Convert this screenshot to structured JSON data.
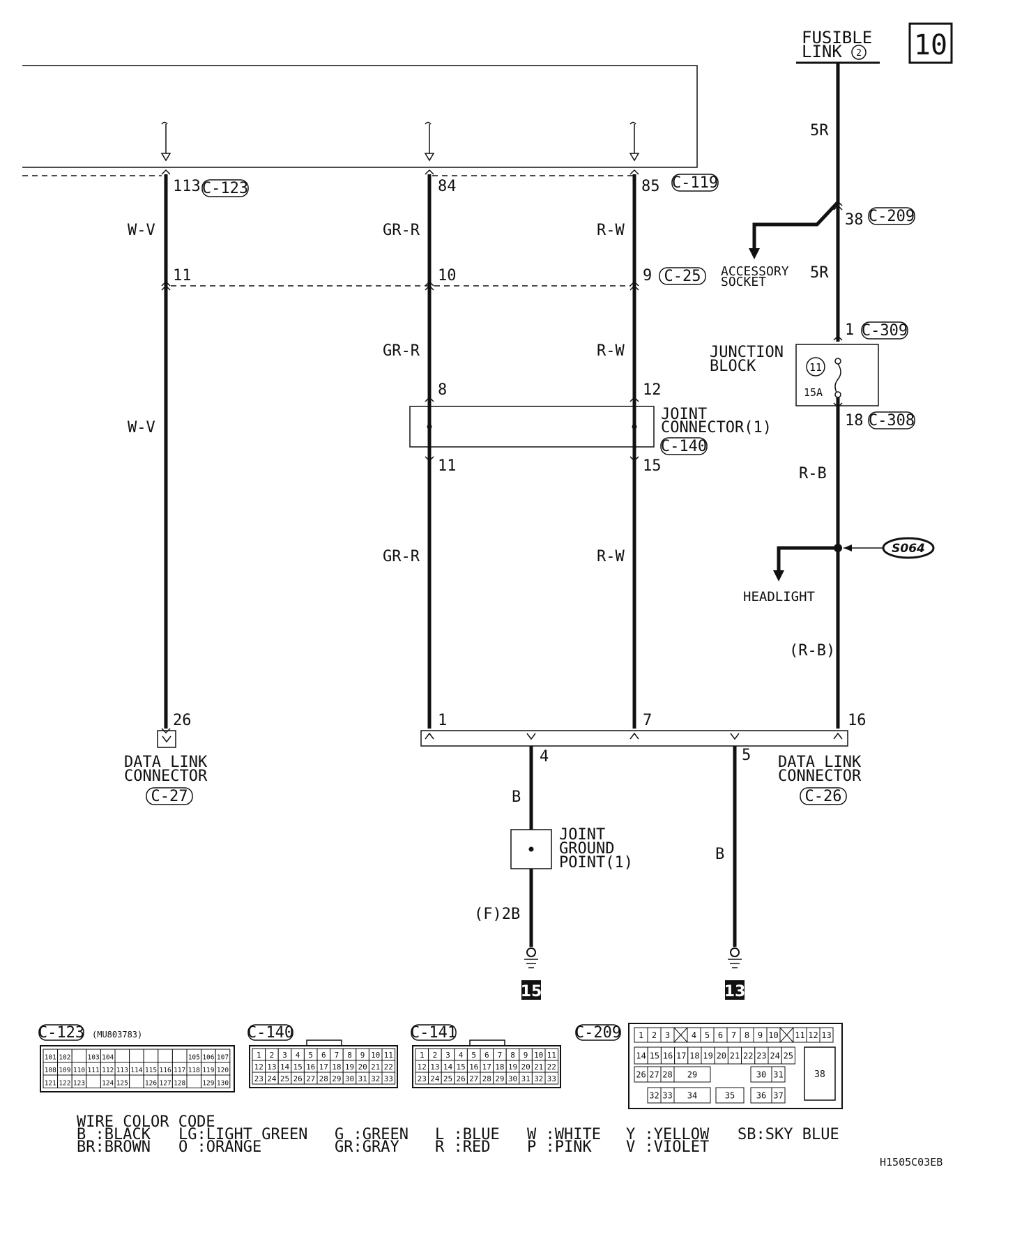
{
  "page_number": "10",
  "diagram_code": "H1505C03EB",
  "fusible_link": {
    "line1": "FUSIBLE",
    "line2": "LINK",
    "number": "2"
  },
  "wire_colors": {
    "wv": "W-V",
    "grr": "GR-R",
    "rw": "R-W",
    "r5": "5R",
    "rb": "R-B",
    "rb_paren": "(R-B)",
    "b": "B",
    "f2b": "(F)2B"
  },
  "connectors": {
    "c123": "C-123",
    "c119": "C-119",
    "c25": "C-25",
    "c140": "C-140",
    "c209": "C-209",
    "c309": "C-309",
    "c308": "C-308",
    "c27": "C-27",
    "c26": "C-26",
    "c141": "C-141"
  },
  "pins": {
    "p113": "113",
    "p84": "84",
    "p85": "85",
    "p11": "11",
    "p10": "10",
    "p9": "9",
    "p8": "8",
    "p12": "12",
    "p11b": "11",
    "p15": "15",
    "p38": "38",
    "p1": "1",
    "p18": "18",
    "p26": "26",
    "p1b": "1",
    "p7": "7",
    "p16": "16",
    "p4": "4",
    "p5": "5"
  },
  "labels": {
    "accessory_1": "ACCESSORY",
    "accessory_2": "SOCKET",
    "junction_1": "JUNCTION",
    "junction_2": "BLOCK",
    "fuse_number": "11",
    "fuse_rating": "15A",
    "joint_conn_1": "JOINT",
    "joint_conn_2": "CONNECTOR(1)",
    "splice": "S064",
    "headlight": "HEADLIGHT",
    "dlc_1": "DATA LINK",
    "dlc_2": "CONNECTOR",
    "jgp_1": "JOINT",
    "jgp_2": "GROUND",
    "jgp_3": "POINT(1)",
    "ground_15": "15",
    "ground_13": "13",
    "part_number": "(MU803783)"
  },
  "legend": {
    "title": "WIRE COLOR CODE",
    "col1": [
      "B :BLACK",
      "BR:BROWN"
    ],
    "col2": [
      "LG:LIGHT GREEN",
      "O :ORANGE"
    ],
    "col3": [
      "G :GREEN",
      "GR:GRAY"
    ],
    "col4": [
      "L :BLUE",
      "R :RED"
    ],
    "col5": [
      "W :WHITE",
      "P :PINK"
    ],
    "col6": [
      "Y :YELLOW",
      "V :VIOLET"
    ],
    "col7": [
      "SB:SKY BLUE"
    ]
  },
  "c123_grid": [
    [
      "101",
      "102",
      "",
      "103",
      "104",
      "",
      "",
      "",
      "",
      "",
      "105",
      "106",
      "107"
    ],
    [
      "108",
      "109",
      "110",
      "111",
      "112",
      "113",
      "114",
      "115",
      "116",
      "117",
      "118",
      "119",
      "120"
    ],
    [
      "121",
      "122",
      "123",
      "",
      "124",
      "125",
      "",
      "126",
      "127",
      "128",
      "",
      "129",
      "130"
    ]
  ],
  "c140_grid": [
    [
      "1",
      "2",
      "3",
      "4",
      "5",
      "6",
      "7",
      "8",
      "9",
      "10",
      "11"
    ],
    [
      "12",
      "13",
      "14",
      "15",
      "16",
      "17",
      "18",
      "19",
      "20",
      "21",
      "22"
    ],
    [
      "23",
      "24",
      "25",
      "26",
      "27",
      "28",
      "29",
      "30",
      "31",
      "32",
      "33"
    ]
  ],
  "c141_grid": [
    [
      "1",
      "2",
      "3",
      "4",
      "5",
      "6",
      "7",
      "8",
      "9",
      "10",
      "11"
    ],
    [
      "12",
      "13",
      "14",
      "15",
      "16",
      "17",
      "18",
      "19",
      "20",
      "21",
      "22"
    ],
    [
      "23",
      "24",
      "25",
      "26",
      "27",
      "28",
      "29",
      "30",
      "31",
      "32",
      "33"
    ]
  ],
  "c209_cells": {
    "row1": [
      "1",
      "2",
      "3",
      "X",
      "4",
      "5",
      "6",
      "7",
      "8",
      "9",
      "10",
      "X",
      "11",
      "12",
      "13"
    ],
    "row2": [
      "14",
      "15",
      "16",
      "17",
      "18",
      "19",
      "20",
      "21",
      "22",
      "23",
      "24",
      "25"
    ],
    "row3": [
      "26",
      "27",
      "28",
      "29",
      "30",
      "31"
    ],
    "row4": [
      "32",
      "33",
      "34",
      "35",
      "36",
      "37"
    ],
    "big": "38"
  }
}
